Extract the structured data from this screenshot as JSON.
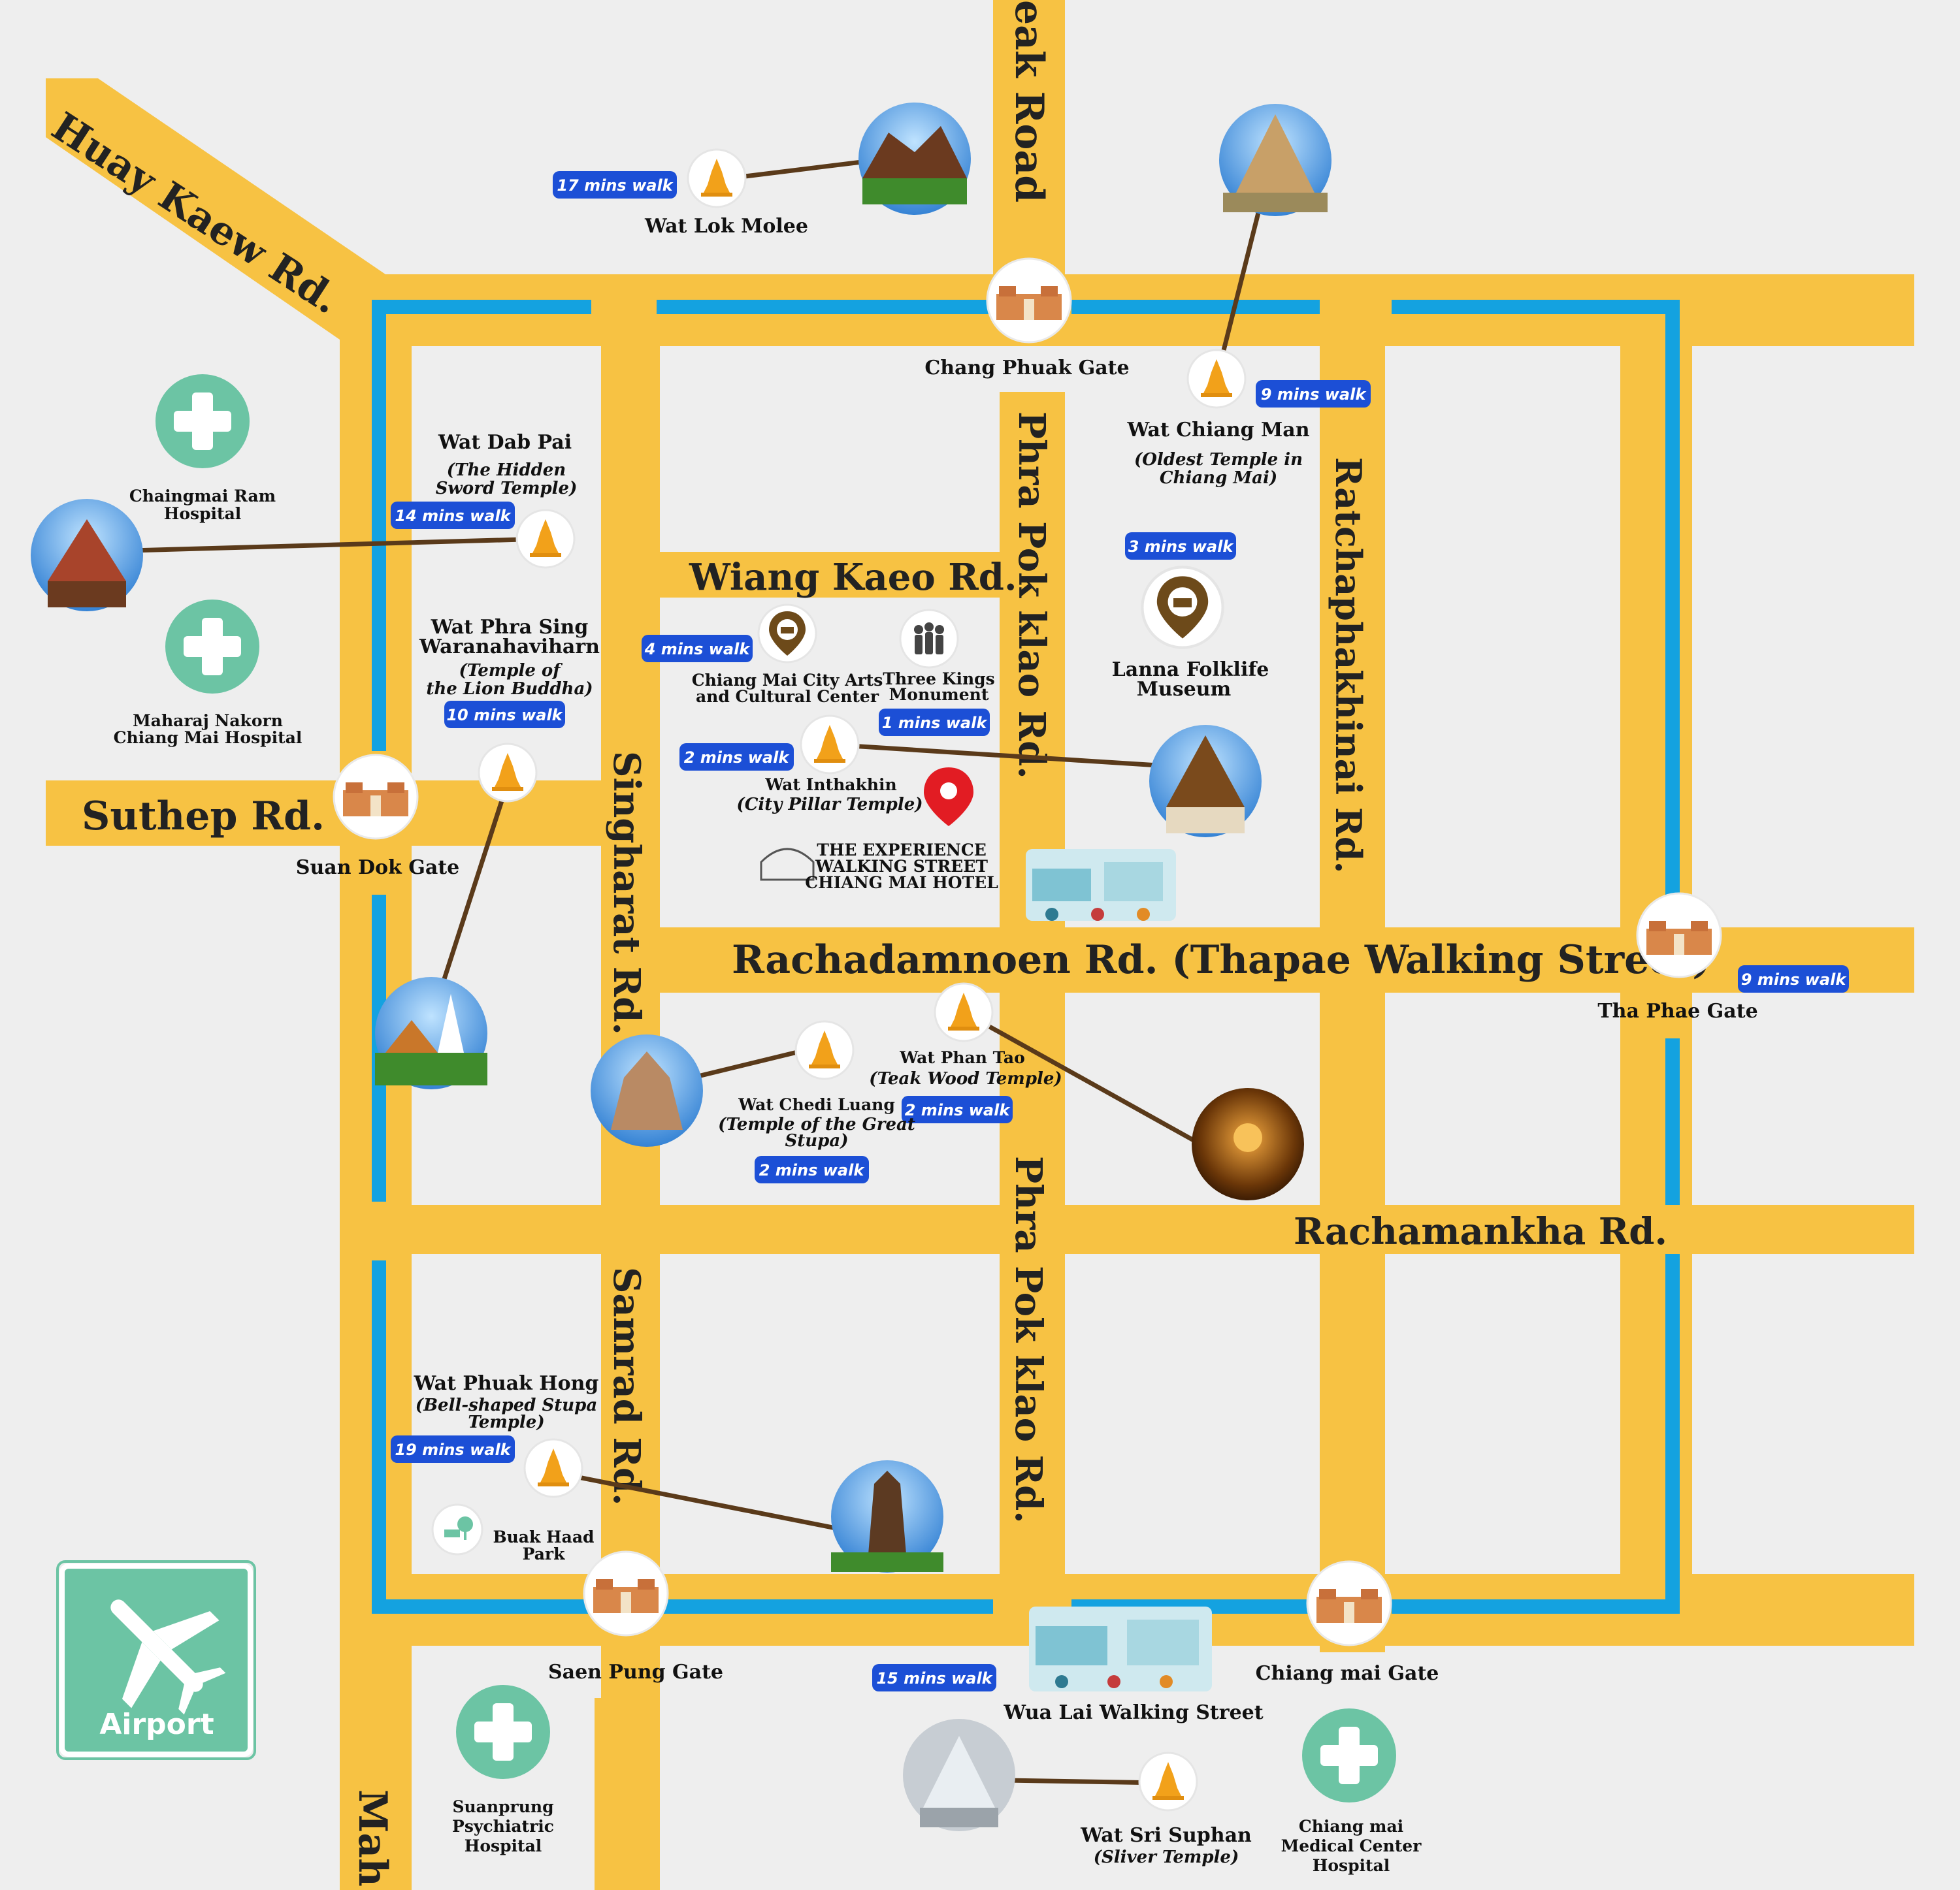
{
  "roads": {
    "huay_kaew": "Huay Kaew Rd.",
    "chang_phueak": "eak Road",
    "wiang_kaeo": "Wiang Kaeo Rd.",
    "phra_pok_klao_north": "Phra Pok klao Rd.",
    "phra_pok_klao_south": "Phra Pok klao Rd.",
    "ratchaphakhinai": "Ratchaphakhinai Rd.",
    "singharat": "Singharat Rd.",
    "suthep": "Suthep Rd.",
    "rachadamnoen": "Rachadamnoen Rd. (Thapae Walking Street)",
    "rachamankha": "Rachamankha Rd.",
    "samrad": "Samrad Rd.",
    "mahidol": "Mah"
  },
  "gates": {
    "chang_phuak": "Chang Phuak Gate",
    "suan_dok": "Suan Dok Gate",
    "tha_phae": "Tha Phae Gate",
    "saen_pung": "Saen Pung Gate",
    "chiang_mai": "Chiang mai Gate"
  },
  "temples": {
    "lok_molee": {
      "name": "Wat Lok Molee",
      "walk": "17 mins walk"
    },
    "chiang_man": {
      "name": "Wat Chiang Man",
      "sub1": "(Oldest Temple in",
      "sub2": "Chiang Mai)",
      "walk": "9 mins walk"
    },
    "dab_pai": {
      "name": "Wat Dab Pai",
      "sub1": "(The Hidden",
      "sub2": "Sword Temple)",
      "walk": "14 mins walk"
    },
    "phra_sing": {
      "name1": "Wat Phra Sing",
      "name2": "Waranahaviharn",
      "sub1": "(Temple of",
      "sub2": "the Lion Buddha)",
      "walk": "10 mins walk"
    },
    "inthakhin": {
      "name": "Wat Inthakhin",
      "sub": "(City Pillar Temple)",
      "walk": "2 mins walk"
    },
    "phan_tao": {
      "name": "Wat Phan Tao",
      "sub": "(Teak Wood Temple)",
      "walk": "2 mins walk"
    },
    "chedi_luang": {
      "name": "Wat Chedi Luang",
      "sub1": "(Temple of the Great",
      "sub2": "Stupa)",
      "walk": "2 mins walk"
    },
    "phuak_hong": {
      "name": "Wat Phuak Hong",
      "sub1": "(Bell-shaped Stupa",
      "sub2": "Temple)",
      "walk": "19 mins walk"
    },
    "sri_suphan": {
      "name": "Wat Sri Suphan",
      "sub": "(Sliver Temple)"
    }
  },
  "landmarks": {
    "arts_center": {
      "name1": "Chiang Mai City Arts",
      "name2": "and Cultural Center",
      "walk": "4 mins walk"
    },
    "three_kings": {
      "name1": "Three Kings",
      "name2": "Monument",
      "walk": "1 mins walk"
    },
    "folklife": {
      "name1": "Lanna Folklife",
      "name2": "Museum",
      "walk": "3 mins walk"
    },
    "hotel": {
      "line1": "THE EXPERIENCE",
      "line2": "WALKING STREET",
      "line3": "CHIANG MAI HOTEL"
    },
    "tha_phae_walk": "9 mins walk",
    "wua_lai": {
      "name": "Wua Lai Walking Street",
      "walk": "15 mins walk"
    },
    "buak_haad": {
      "name1": "Buak Haad",
      "name2": "Park"
    }
  },
  "hospitals": {
    "chaingmai_ram": {
      "name1": "Chaingmai Ram",
      "name2": "Hospital"
    },
    "maharaj": {
      "name1": "Maharaj Nakorn",
      "name2": "Chiang Mai Hospital"
    },
    "suanprung": {
      "name1": "Suanprung",
      "name2": "Psychiatric",
      "name3": "Hospital"
    },
    "medical_center": {
      "name1": "Chiang mai",
      "name2": "Medical Center",
      "name3": "Hospital"
    }
  },
  "airport": {
    "label": "Airport"
  },
  "colors": {
    "road": "#f7c243",
    "moat": "#14a2e0",
    "walk_badge": "#1c4fd6",
    "hospital": "#6cc4a4",
    "temple_icon": "#f2a11a",
    "pin": "#e21c23",
    "connector": "#5a3a1a"
  }
}
